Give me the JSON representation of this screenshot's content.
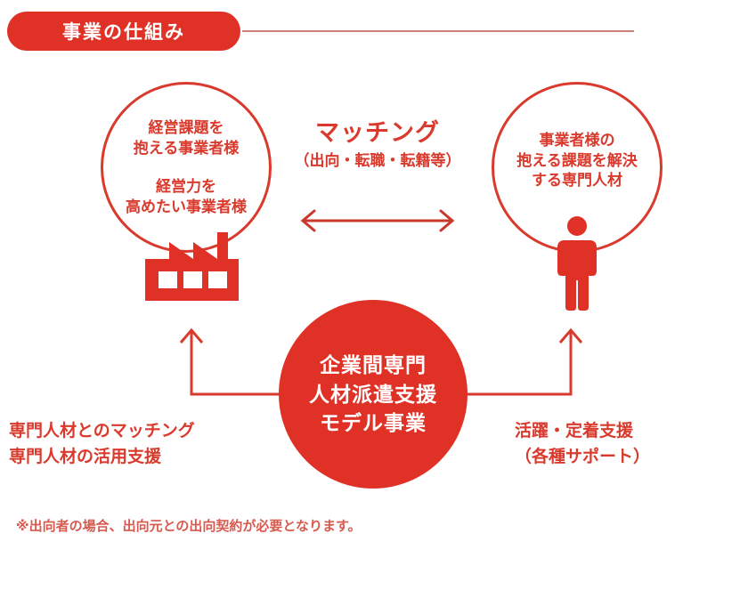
{
  "header": {
    "badge_label": "事業の仕組み",
    "rule_color": "#cf7f78"
  },
  "colors": {
    "brand_red": "#e03127",
    "outline_red": "#d93a2d",
    "muted_red": "#d9594e",
    "white": "#ffffff"
  },
  "left_circle": {
    "icon": "factory-icon",
    "text_line_1": "経営課題を",
    "text_line_2": "抱える事業者様",
    "text_line_3": "経営力を",
    "text_line_4": "高めたい事業者様"
  },
  "right_circle": {
    "icon": "person-icon",
    "text_line_1": "事業者様の",
    "text_line_2": "抱える課題を解決",
    "text_line_3": "する専門人材"
  },
  "matching": {
    "title": "マッチング",
    "subtitle": "（出向・転職・転籍等）",
    "arrow": "double-headed-arrow"
  },
  "center_circle": {
    "line_1": "企業間専門",
    "line_2": "人材派遣支援",
    "line_3": "モデル事業"
  },
  "left_support": {
    "line_1": "専門人材とのマッチング",
    "line_2": "専門人材の活用支援"
  },
  "right_support": {
    "line_1": "活躍・定着支援",
    "line_2": "（各種サポート）"
  },
  "footnote": {
    "text": "※出向者の場合、出向元との出向契約が必要となります。"
  }
}
